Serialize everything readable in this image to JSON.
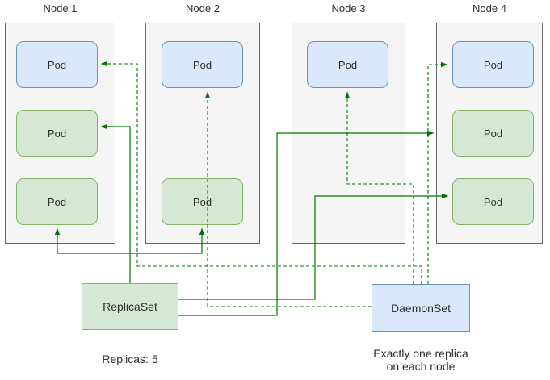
{
  "nodes": [
    {
      "title": "Node 1",
      "pods": [
        {
          "label": "Pod",
          "variant": "blue",
          "managed_by": "DaemonSet"
        },
        {
          "label": "Pod",
          "variant": "green",
          "managed_by": "ReplicaSet"
        },
        {
          "label": "Pod",
          "variant": "green",
          "managed_by": "ReplicaSet"
        }
      ]
    },
    {
      "title": "Node 2",
      "pods": [
        {
          "label": "Pod",
          "variant": "blue",
          "managed_by": "DaemonSet"
        },
        {
          "label": "Pod",
          "variant": "green",
          "managed_by": "ReplicaSet"
        }
      ]
    },
    {
      "title": "Node 3",
      "pods": [
        {
          "label": "Pod",
          "variant": "blue",
          "managed_by": "DaemonSet"
        }
      ]
    },
    {
      "title": "Node 4",
      "pods": [
        {
          "label": "Pod",
          "variant": "blue",
          "managed_by": "DaemonSet"
        },
        {
          "label": "Pod",
          "variant": "green",
          "managed_by": "ReplicaSet"
        },
        {
          "label": "Pod",
          "variant": "green",
          "managed_by": "ReplicaSet"
        }
      ]
    }
  ],
  "replicaset": {
    "label": "ReplicaSet",
    "caption": "Replicas: 5"
  },
  "daemonset": {
    "label": "DaemonSet",
    "caption_line1": "Exactly one replica",
    "caption_line2": "on each node"
  },
  "connections": {
    "replicaset": {
      "style": "solid",
      "targets": [
        "node1-pod2",
        "node1-pod3",
        "node2-pod2",
        "node4-pod2",
        "node4-pod3"
      ]
    },
    "daemonset": {
      "style": "dashed",
      "targets": [
        "node1-pod1",
        "node2-pod1",
        "node3-pod1",
        "node4-pod1"
      ]
    }
  },
  "colors": {
    "arrow-green": "#007700",
    "pod-blue-fill": "#dae8fc",
    "pod-blue-border": "#6c8ebf",
    "pod-green-fill": "#d5e8d4",
    "pod-green-border": "#82b366",
    "node-fill": "#f5f5f5",
    "node-border": "#666666",
    "text": "#333333",
    "background": "#ffffff"
  }
}
